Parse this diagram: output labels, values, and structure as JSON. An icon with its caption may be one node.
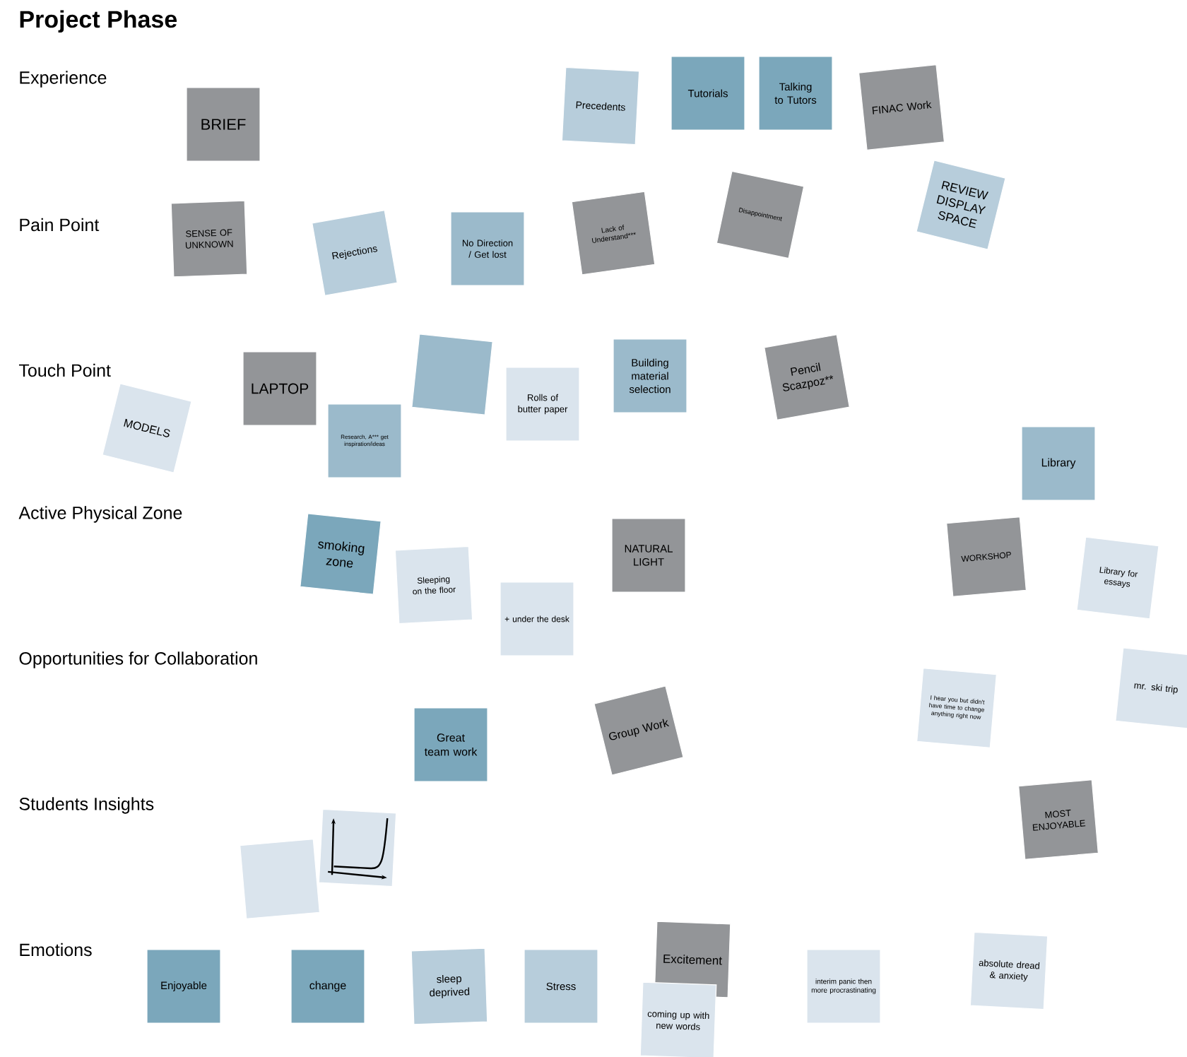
{
  "diagram": {
    "title": "Project Phase",
    "nodes": [
      {
        "text": [
          "BRIEF"
        ]
      },
      {
        "text": [
          "Precedents"
        ]
      },
      {
        "text": [
          "Tutorials"
        ]
      },
      {
        "text": [
          "Talking to Tutors"
        ]
      },
      {
        "text": [
          "FINAC Work"
        ]
      },
      {
        "text": [
          "SENSE OF UNKNOWN"
        ]
      },
      {
        "text": [
          "Rejections"
        ]
      },
      {
        "text": [
          "No Direction / Get lost"
        ]
      },
      {
        "text": [
          "Lack of Understand***"
        ]
      },
      {
        "text": [
          "Disappointment"
        ]
      },
      {
        "text": [
          "REVIEW DISPLAY SPACE"
        ]
      },
      {
        "text": [
          "MODELS"
        ]
      },
      {
        "text": [
          "LAPTOP"
        ]
      },
      {
        "text": [
          "Research, A*** get inspiration/ideas"
        ]
      },
      {
        "text": [],
        "shape": "box"
      },
      {
        "text": [
          "Rolls of butter paper"
        ]
      },
      {
        "text": [
          "Building material selection"
        ]
      },
      {
        "text": [
          "Pencil Scazpoz**"
        ]
      },
      {
        "text": [
          "Library"
        ]
      },
      {
        "text": [
          "smoking zone"
        ]
      },
      {
        "text": [
          "Sleeping on the floor"
        ]
      },
      {
        "text": [
          "NATURAL LIGHT"
        ]
      },
      {
        "text": [
          "+ under the desk"
        ]
      },
      {
        "text": [
          "WORKSHOP"
        ]
      },
      {
        "text": [
          "Library for essays"
        ]
      },
      {
        "text": [
          "I hear you but didn't have time to change anything right now"
        ]
      },
      {
        "text": [
          "mr. ski trip"
        ]
      },
      {
        "text": [
          "Great team work"
        ]
      },
      {
        "text": [
          "Group Work"
        ]
      },
      {
        "text": [],
        "shape": "box"
      },
      {
        "text": [],
        "shape": "picture"
      },
      {
        "text": [
          "MOST ENJOYABLE"
        ]
      },
      {
        "text": [
          "Enjoyable"
        ]
      },
      {
        "text": [
          "change"
        ]
      },
      {
        "text": [
          "sleep deprived"
        ]
      },
      {
        "text": [
          "Stress"
        ]
      },
      {
        "text": [
          "Excitement"
        ]
      },
      {
        "text": [
          "coming up with new words"
        ]
      },
      {
        "text": [
          "interim panic then more procrastinating"
        ]
      },
      {
        "text": [
          "absolute dread & anxiety"
        ]
      }
    ],
    "labels": [
      "Experience",
      "Pain Point",
      "Touch Point",
      "Active Physical Zone",
      "Opportunities for Collaboration",
      "Students Insights",
      "Emotions"
    ]
  }
}
